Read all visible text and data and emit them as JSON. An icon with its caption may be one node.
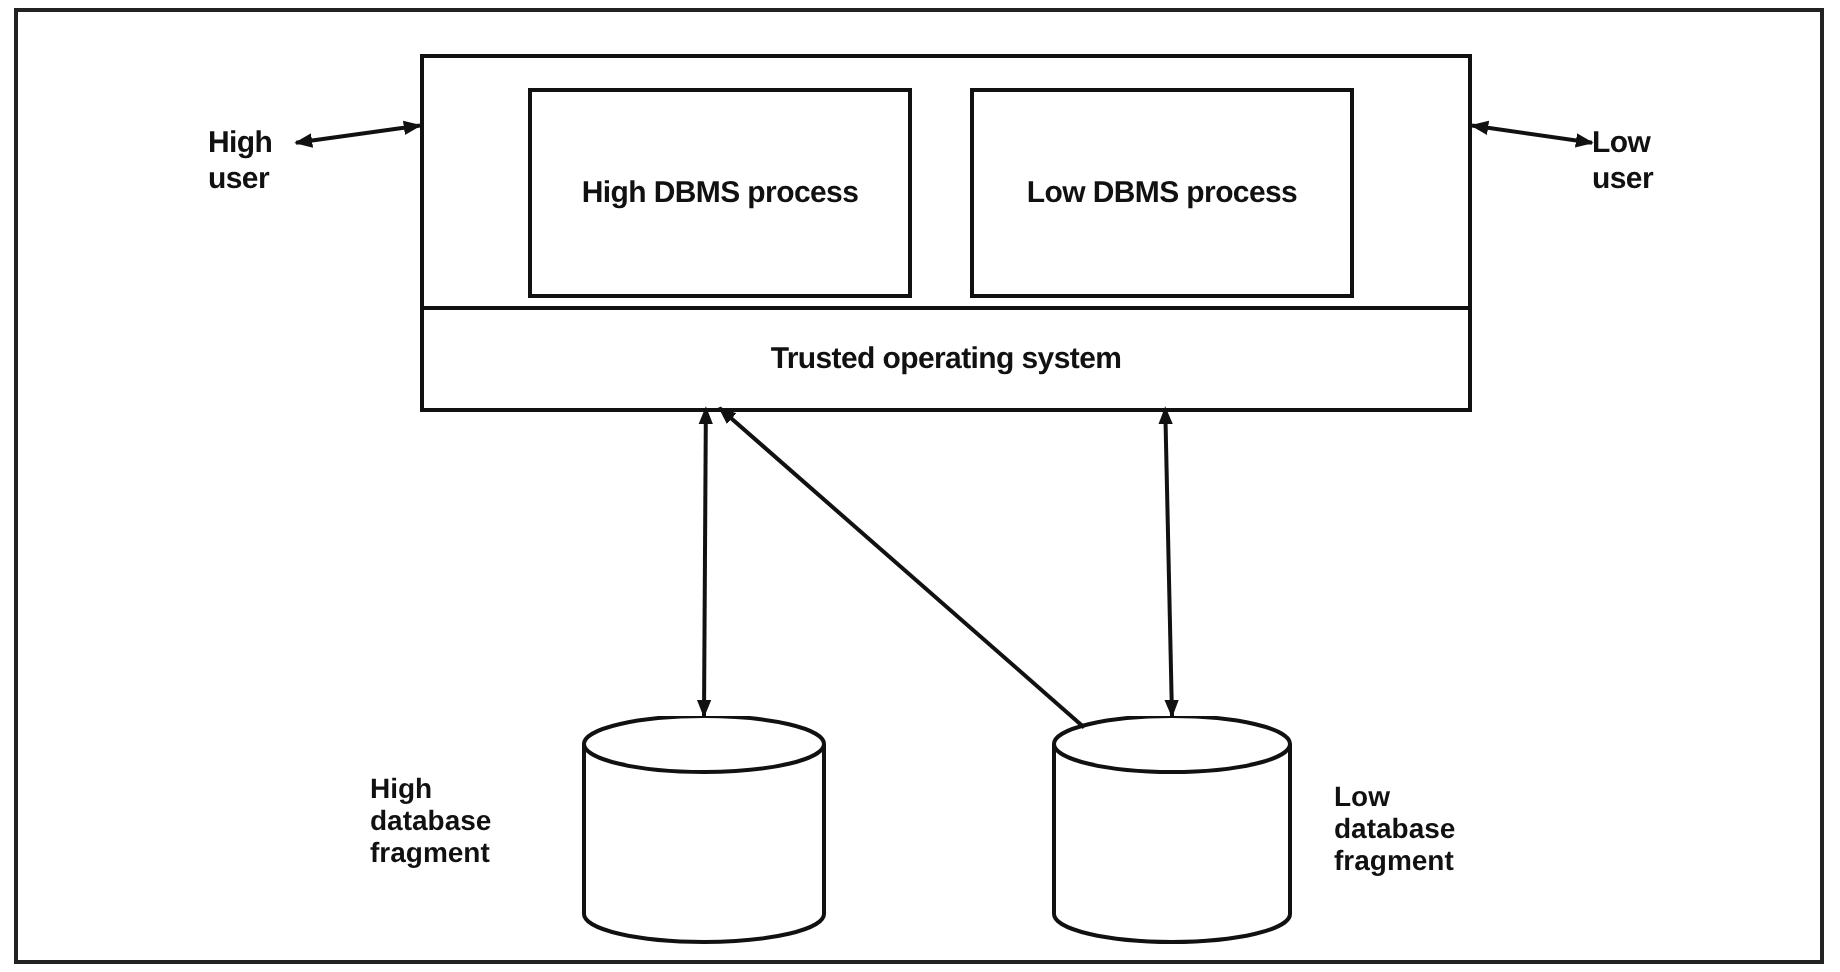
{
  "diagram": {
    "nodes": [
      {
        "text": [],
        "shape": "box"
      },
      {
        "text": [
          "High DBMS process"
        ],
        "in": 0
      },
      {
        "text": [
          "Low DBMS process"
        ],
        "in": 0
      },
      {
        "text": [
          "Trusted operating system"
        ],
        "in": 0
      },
      {
        "text": [
          "High user"
        ]
      },
      {
        "text": [
          "Low user"
        ]
      },
      {
        "text": [],
        "shape": "cylinder",
        "beside": [
          "High database fragment"
        ]
      },
      {
        "text": [],
        "shape": "cylinder",
        "beside": [
          "Low database fragment"
        ]
      }
    ],
    "edges": [
      {
        "from": 4,
        "to": 0,
        "arrow": "both"
      },
      {
        "from": 0,
        "to": 5,
        "arrow": "both"
      },
      {
        "from": 6,
        "to": 3,
        "arrow": "both"
      },
      {
        "from": 7,
        "to": 3,
        "arrow": "to"
      },
      {
        "from": 7,
        "to": 3,
        "arrow": "both"
      }
    ]
  }
}
